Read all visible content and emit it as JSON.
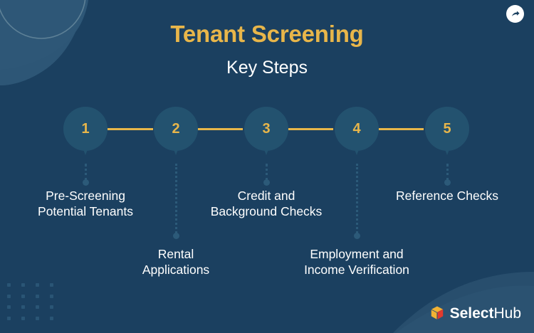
{
  "header": {
    "title": "Tenant Screening",
    "subtitle": "Key Steps",
    "title_color": "#e8b64a",
    "subtitle_color": "#ffffff"
  },
  "theme": {
    "background": "#1b4060",
    "accent_gold": "#e8b64a",
    "marker_fill": "#23526f",
    "swoosh_light": "#2e5777",
    "text_white": "#ffffff"
  },
  "share_button": {
    "icon": "share-arrow-icon",
    "background": "#ffffff",
    "icon_color": "#1b4060"
  },
  "steps": [
    {
      "number": "1",
      "label": "Pre-Screening\nPotential Tenants",
      "position": "above"
    },
    {
      "number": "2",
      "label": "Rental\nApplications",
      "position": "below"
    },
    {
      "number": "3",
      "label": "Credit and\nBackground Checks",
      "position": "above"
    },
    {
      "number": "4",
      "label": "Employment and\nIncome Verification",
      "position": "below"
    },
    {
      "number": "5",
      "label": "Reference Checks",
      "position": "above"
    }
  ],
  "footer": {
    "brand_bold": "Select",
    "brand_light": "Hub",
    "logo_icon": "selecthub-cube-icon",
    "cube_colors": {
      "blue": "#2b6cb8",
      "yellow": "#f2b233",
      "red": "#e23a2e"
    }
  }
}
